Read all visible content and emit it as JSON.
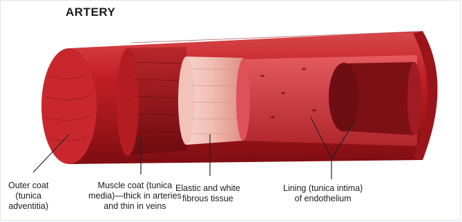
{
  "diagram": {
    "title": "ARTERY",
    "labels": {
      "outer": [
        "Outer coat",
        "(tunica",
        "adventitia)"
      ],
      "muscle": [
        "Muscle coat (tunica",
        "media)—thick in arteries",
        "and thin in veins"
      ],
      "elastic": [
        "Elastic and white",
        "fibrous tissue"
      ],
      "lining": [
        "Lining (tunica intima)",
        "of endothelium"
      ]
    },
    "colors": {
      "outer": "#c21f24",
      "outer_dark": "#8e1116",
      "muscle": "#a3181c",
      "elastic": "#f4c9bf",
      "lining": "#d9434a",
      "lumen": "#6d0e12",
      "frame": "#d7e6ef"
    }
  }
}
